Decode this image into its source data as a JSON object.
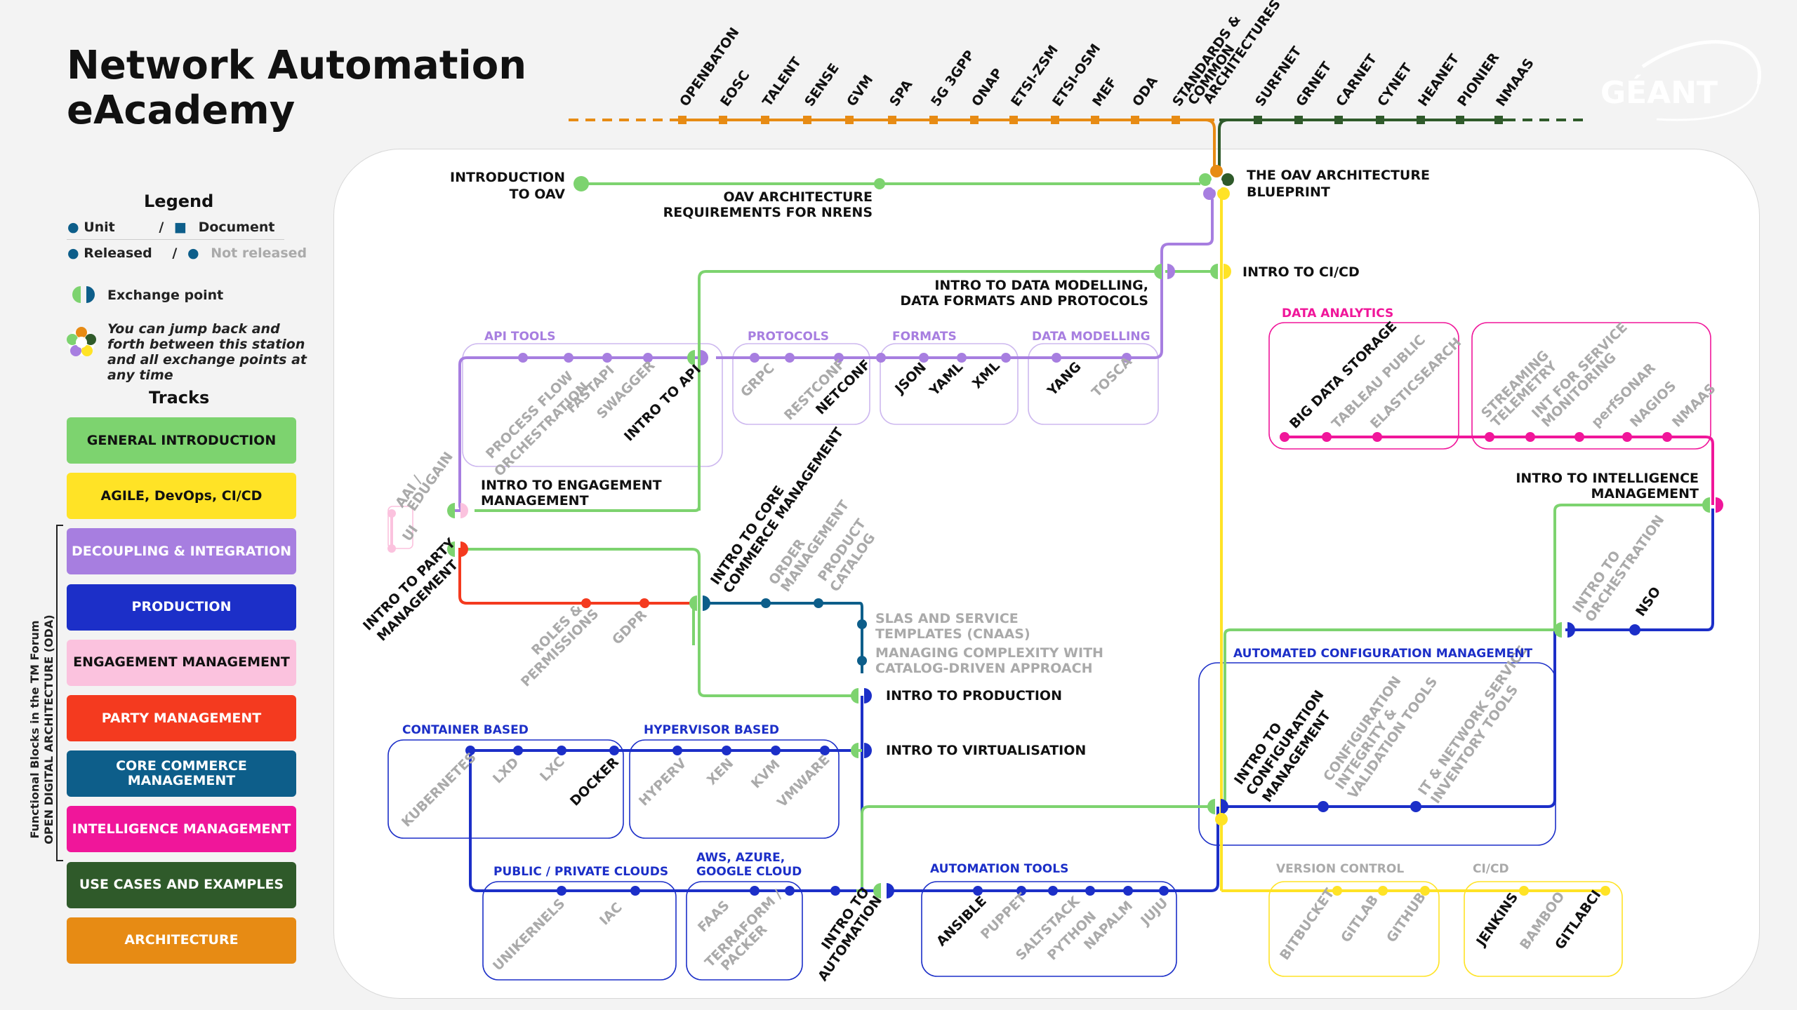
{
  "title": {
    "line1": "Network Automation",
    "line2": "eAcademy"
  },
  "logo": {
    "text": "GÉANT"
  },
  "legend": {
    "title": "Legend",
    "unit": "Unit",
    "document": "Document",
    "released": "Released",
    "not_released": "Not released",
    "exchange": "Exchange point",
    "jump": "You can jump back and forth between this station and all exchange points at any time"
  },
  "tracks": {
    "title": "Tracks",
    "oda_line1": "Functional Blocks in the TM Forum",
    "oda_line2": "OPEN DIGITAL ARCHITECTURE (ODA)",
    "items": [
      {
        "label": "GENERAL INTRODUCTION",
        "color": "#7dd36f",
        "text": "#111111"
      },
      {
        "label": "AGILE, DevOps, CI/CD",
        "color": "#ffe326",
        "text": "#111111"
      },
      {
        "label": "DECOUPLING & INTEGRATION",
        "color": "#a77ee0",
        "text": "#ffffff"
      },
      {
        "label": "PRODUCTION",
        "color": "#1c2fc8",
        "text": "#ffffff"
      },
      {
        "label": "ENGAGEMENT MANAGEMENT",
        "color": "#fbc2de",
        "text": "#111111"
      },
      {
        "label": "PARTY MANAGEMENT",
        "color": "#f43a1f",
        "text": "#ffffff"
      },
      {
        "label": "CORE COMMERCE MANAGEMENT",
        "color": "#0d5e8a",
        "text": "#ffffff"
      },
      {
        "label": "INTELLIGENCE MANAGEMENT",
        "color": "#f0169a",
        "text": "#ffffff"
      },
      {
        "label": "USE CASES AND EXAMPLES",
        "color": "#2f5a2a",
        "text": "#ffffff"
      },
      {
        "label": "ARCHITECTURE",
        "color": "#e78b14",
        "text": "#ffffff"
      }
    ]
  },
  "architecture": [
    "OPENBATON",
    "EOSC",
    "TALENT",
    "SENSE",
    "GVM",
    "SPA",
    "5G 3GPP",
    "ONAP",
    "ETSI-ZSM",
    "ETSI-OSM",
    "MEF",
    "ODA",
    "STANDARDS &",
    "COMMON",
    "ARCHITECTURES"
  ],
  "use_cases": [
    "SURFNET",
    "GRNET",
    "CARNET",
    "CYNET",
    "HEANET",
    "PIONIER",
    "NMAAS"
  ],
  "stations": {
    "intro_oav_1": "INTRODUCTION",
    "intro_oav_2": "TO OAV",
    "oav_req_1": "OAV ARCHITECTURE",
    "oav_req_2": "REQUIREMENTS FOR NRENS",
    "blueprint_1": "THE OAV ARCHITECTURE",
    "blueprint_2": "BLUEPRINT",
    "data_mod_1": "INTRO TO DATA MODELLING,",
    "data_mod_2": "DATA FORMATS AND PROTOCOLS",
    "cicd": "INTRO TO CI/CD",
    "engagement_1": "INTRO TO ENGAGEMENT",
    "engagement_2": "MANAGEMENT",
    "party_1": "INTRO TO PARTY",
    "party_2": "MANAGEMENT",
    "core_1": "INTRO TO CORE",
    "core_2": "COMMERCE MANAGEMENT",
    "order_1": "ORDER",
    "order_2": "MANAGEMENT",
    "catalog_1": "PRODUCT",
    "catalog_2": "CATALOG",
    "slas_1": "SLAS AND SERVICE",
    "slas_2": "TEMPLATES (CNAAS)",
    "complexity_1": "MANAGING COMPLEXITY WITH",
    "complexity_2": "CATALOG-DRIVEN APPROACH",
    "production": "INTRO TO PRODUCTION",
    "virtualisation": "INTRO TO VIRTUALISATION",
    "automation_1": "INTRO TO",
    "automation_2": "AUTOMATION",
    "intelligence_1": "INTRO TO INTELLIGENCE",
    "intelligence_2": "MANAGEMENT",
    "orchestration_1": "INTRO TO",
    "orchestration_2": "ORCHESTRATION",
    "nso": "NSO",
    "config_1": "INTRO TO",
    "config_2": "CONFIGURATION",
    "config_3": "MANAGEMENT",
    "roles_1": "ROLES &",
    "roles_2": "PERMISSIONS",
    "gdpr": "GDPR",
    "aai_1": "AAI /",
    "aai_2": "EDUGAIN",
    "ui": "UI",
    "intro_api": "INTRO TO API"
  },
  "groups": {
    "api_tools": {
      "label": "API TOOLS",
      "items": [
        "PROCESS FLOW",
        "ORCHESTRATION",
        "FASTAPI",
        "SWAGGER"
      ]
    },
    "protocols": {
      "label": "PROTOCOLS",
      "items": [
        "GRPC",
        "RESTCONF",
        "NETCONF"
      ]
    },
    "formats": {
      "label": "FORMATS",
      "items": [
        "JSON",
        "YAML",
        "XML"
      ]
    },
    "data_modelling": {
      "label": "DATA MODELLING",
      "items": [
        "YANG",
        "TOSCA"
      ]
    },
    "data_analytics": {
      "label": "DATA ANALYTICS",
      "items": [
        "BIG DATA STORAGE",
        "TABLEAU PUBLIC",
        "ELASTICSEARCH",
        "STREAMING",
        "TELEMETRY",
        "INT FOR SERVICE",
        "MONITORING",
        "perfSONAR",
        "NAGIOS",
        "NMAAS"
      ]
    },
    "container": {
      "label": "CONTAINER BASED",
      "items": [
        "KUBERNETES",
        "LXD",
        "LXC",
        "DOCKER"
      ]
    },
    "hypervisor": {
      "label": "HYPERVISOR BASED",
      "items": [
        "HYPERV",
        "XEN",
        "KVM",
        "VMWARE"
      ]
    },
    "clouds": {
      "label": "PUBLIC / PRIVATE CLOUDS",
      "items": [
        "UNIKERNELS",
        "IAC"
      ]
    },
    "aws": {
      "label_1": "AWS, AZURE,",
      "label_2": "GOOGLE CLOUD",
      "items": [
        "FAAS",
        "TERRAFORM /",
        "PACKER"
      ]
    },
    "automation_tools": {
      "label": "AUTOMATION TOOLS",
      "items": [
        "ANSIBLE",
        "PUPPET",
        "SALTSTACK",
        "PYTHON",
        "NAPALM",
        "JUJU"
      ]
    },
    "auto_config": {
      "label": "AUTOMATED CONFIGURATION MANAGEMENT",
      "items": [
        "CONFIGURATION",
        "INTEGRITY &",
        "VALIDATION TOOLS",
        "IT & NETWORK SERVICE",
        "INVENTORY TOOLS"
      ]
    },
    "version_control": {
      "label": "VERSION CONTROL",
      "items": [
        "BITBUCKET",
        "GITLAB",
        "GITHUB"
      ]
    },
    "cicd_tools": {
      "label": "CI/CD",
      "items": [
        "JENKINS",
        "BAMBOO",
        "GITLABCI"
      ]
    }
  },
  "colors": {
    "released_text": "#111111",
    "unreleased_text": "#aaaaaa",
    "green": "#7dd36f",
    "yellow": "#ffe326",
    "purple": "#a77ee0",
    "blue": "#1c2fc8",
    "pink": "#fbc2de",
    "red": "#f43a1f",
    "teal": "#0d5e8a",
    "magenta": "#f0169a",
    "darkgreen": "#2f5a2a",
    "orange": "#e78b14"
  }
}
